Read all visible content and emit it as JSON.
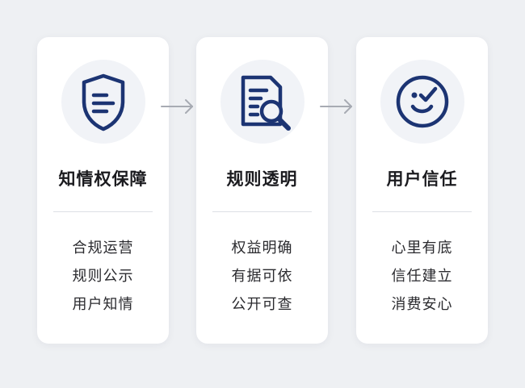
{
  "steps": [
    {
      "icon": "shield-document-icon",
      "title": "知情权保障",
      "items": [
        "合规运营",
        "规则公示",
        "用户知情"
      ]
    },
    {
      "icon": "document-magnifier-icon",
      "title": "规则透明",
      "items": [
        "权益明确",
        "有据可依",
        "公开可查"
      ]
    },
    {
      "icon": "smiley-check-icon",
      "title": "用户信任",
      "items": [
        "心里有底",
        "信任建立",
        "消费安心"
      ]
    }
  ],
  "colors": {
    "icon": "#1c3473",
    "arrow": "#a7abb3",
    "card": "#ffffff",
    "background": "#eef0f3"
  }
}
